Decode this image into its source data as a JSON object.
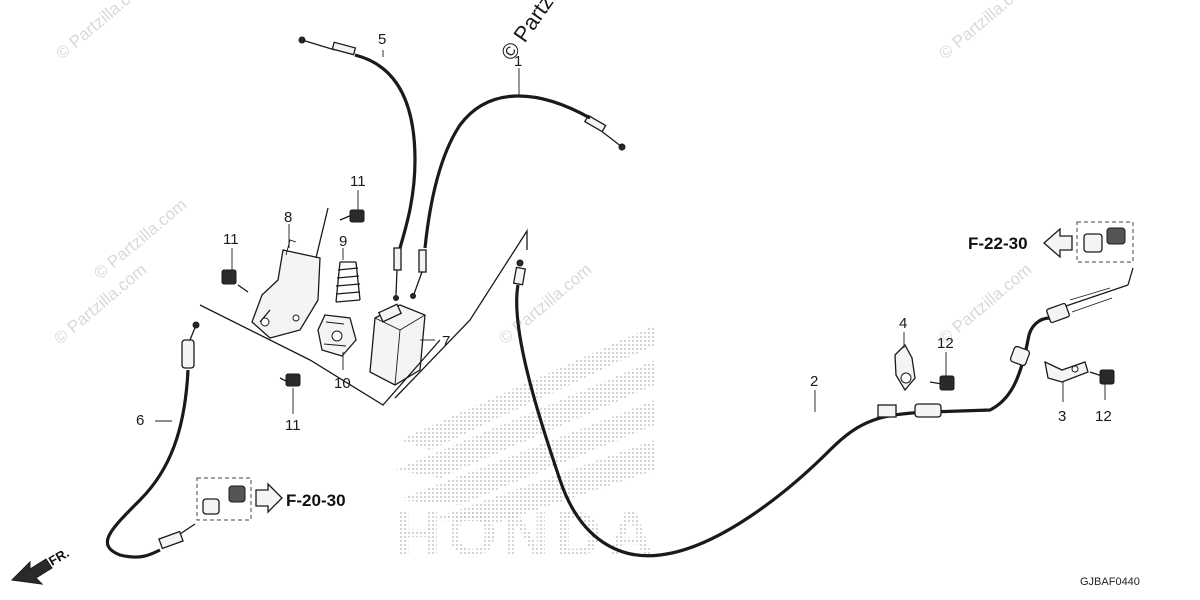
{
  "watermark": {
    "text": "© Partzilla.com",
    "prominent_text": "© Partzilla.com"
  },
  "background_logo": {
    "text": "HONDA"
  },
  "callouts": {
    "c1": "1",
    "c2": "2",
    "c3": "3",
    "c4": "4",
    "c5": "5",
    "c6": "6",
    "c7": "7",
    "c8": "8",
    "c9": "9",
    "c10": "10",
    "c11a": "11",
    "c11b": "11",
    "c11c": "11",
    "c12a": "12",
    "c12b": "12"
  },
  "references": {
    "left": "F-20-30",
    "right": "F-22-30"
  },
  "front_indicator": "FR.",
  "diagram_code": "GJBAF0440"
}
